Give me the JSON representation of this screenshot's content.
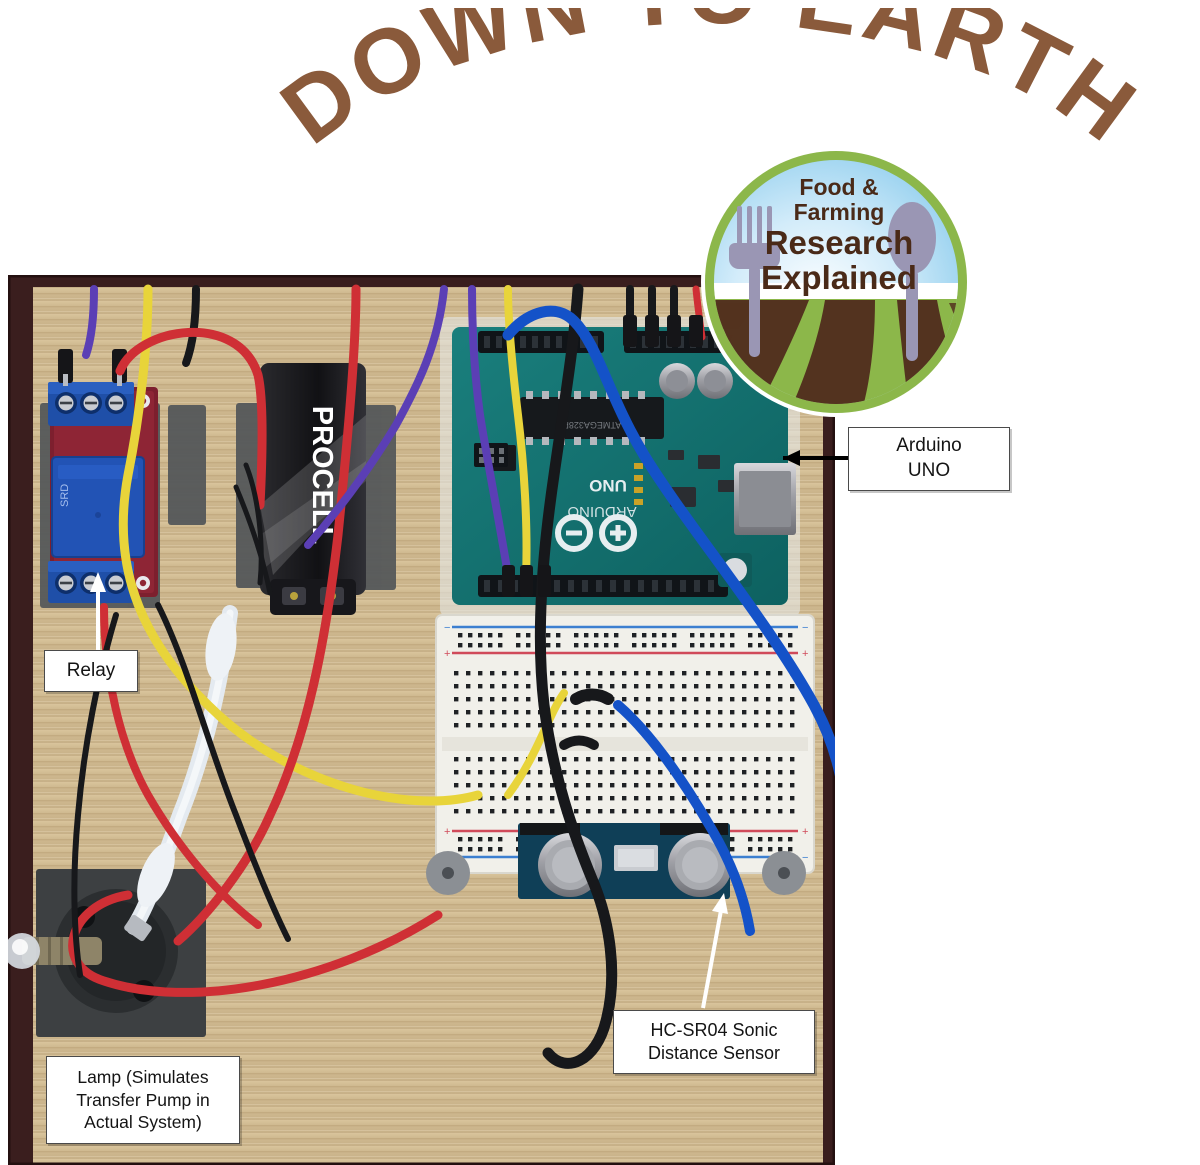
{
  "header": {
    "arc_title": "DOWN TO EARTH",
    "arc_title_color": "#8a5a3b"
  },
  "logo": {
    "name": "food-farming-research-explained-badge",
    "line1": "Food &",
    "line2": "Farming",
    "line3": "Research",
    "line4": "Explained",
    "ring_color": "#8cb74a",
    "sky_color": "#bfe4f7",
    "field_green": "#8cb74a",
    "field_brown": "#53331f",
    "text_color": "#4a2a18",
    "utensil_color": "#9a96b4"
  },
  "photo": {
    "name": "breadboard-prototype-photo",
    "board_color": "#d8c49a",
    "frame_color": "#3a1e1e",
    "components": {
      "battery_label": "PROCELL",
      "arduino_label": "ARDUINO",
      "arduino_model": "UNO"
    }
  },
  "callouts": [
    {
      "id": "arduino",
      "name": "callout-arduino-uno",
      "lines": [
        "Arduino",
        "UNO"
      ],
      "arrow_color": "#000000"
    },
    {
      "id": "relay",
      "name": "callout-relay",
      "lines": [
        "Relay"
      ],
      "arrow_color": "#ffffff"
    },
    {
      "id": "sensor",
      "name": "callout-hc-sr04",
      "lines": [
        "HC-SR04 Sonic",
        "Distance Sensor"
      ],
      "arrow_color": "#ffffff"
    },
    {
      "id": "lamp",
      "name": "callout-lamp",
      "lines": [
        "Lamp (Simulates",
        "Transfer Pump in",
        "Actual System)"
      ],
      "arrow_color": "none"
    }
  ]
}
